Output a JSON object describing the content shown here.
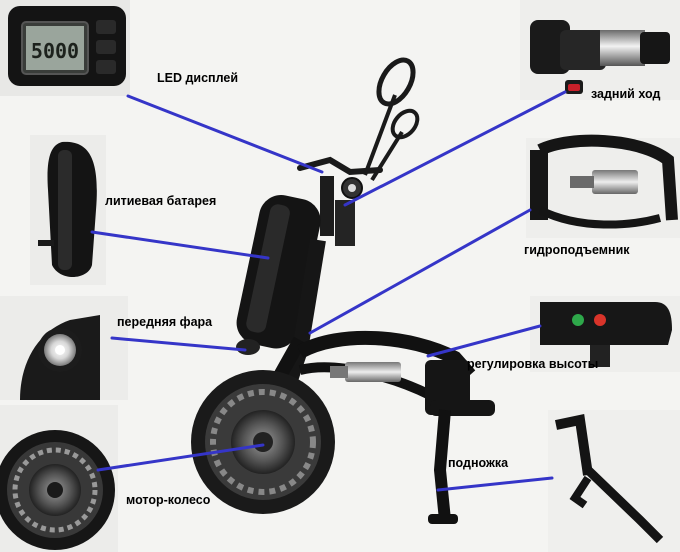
{
  "colors": {
    "leader": "#3535c8",
    "frame": "#1a1a1a",
    "background": "#f4f4f2",
    "inset_bg": "#ececea",
    "led_green": "#2ea84a",
    "led_red": "#d9342a",
    "reverse_button": "#c8202a"
  },
  "display": {
    "readout": "5000"
  },
  "labels": {
    "led_display": "LED дисплей",
    "reverse": "задний ход",
    "battery": "литиевая батарея",
    "hydraulic_lift": "гидроподъемник",
    "headlight": "передняя фара",
    "height_adjustment": "регулировка высоты",
    "kickstand": "подножка",
    "motor_wheel": "мотор-колесо"
  },
  "icons": {
    "display": "lcd-display-icon",
    "throttle": "throttle-grip-icon",
    "battery": "battery-pack-icon",
    "lift": "hydraulic-cylinder-icon",
    "headlight": "headlight-icon",
    "height": "height-adjust-switch-icon",
    "kickstand": "kickstand-icon",
    "wheel": "motor-wheel-icon"
  }
}
